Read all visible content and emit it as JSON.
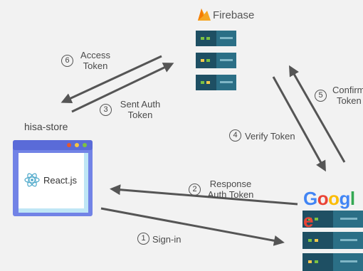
{
  "firebase": {
    "name": "Firebase"
  },
  "client": {
    "name": "hisa-store",
    "framework": "React.js"
  },
  "provider": {
    "letters": [
      "G",
      "o",
      "o",
      "g",
      "l",
      "e"
    ],
    "letter_colors": [
      "#4285F4",
      "#EA4335",
      "#FBBC05",
      "#4285F4",
      "#34A853",
      "#EA4335"
    ]
  },
  "steps": [
    {
      "num": "1",
      "text": "Sign-in"
    },
    {
      "num": "2",
      "line1": "Response",
      "line2": "Auth Token"
    },
    {
      "num": "3",
      "line1": "Sent Auth",
      "line2": "Token"
    },
    {
      "num": "4",
      "text": "Verify Token"
    },
    {
      "num": "5",
      "line1": "Confirm",
      "line2": "Token"
    },
    {
      "num": "6",
      "line1": "Access",
      "line2": "Token"
    }
  ],
  "colors": {
    "server_dark": "#1e4f63",
    "server_light": "#2b6f86",
    "led": "#7cc242",
    "slot": "#7fb6c6",
    "window_frame": "#7283e6",
    "window_body": "#bfe6f5",
    "arrow": "#555555",
    "react": "#4aa7c9"
  }
}
